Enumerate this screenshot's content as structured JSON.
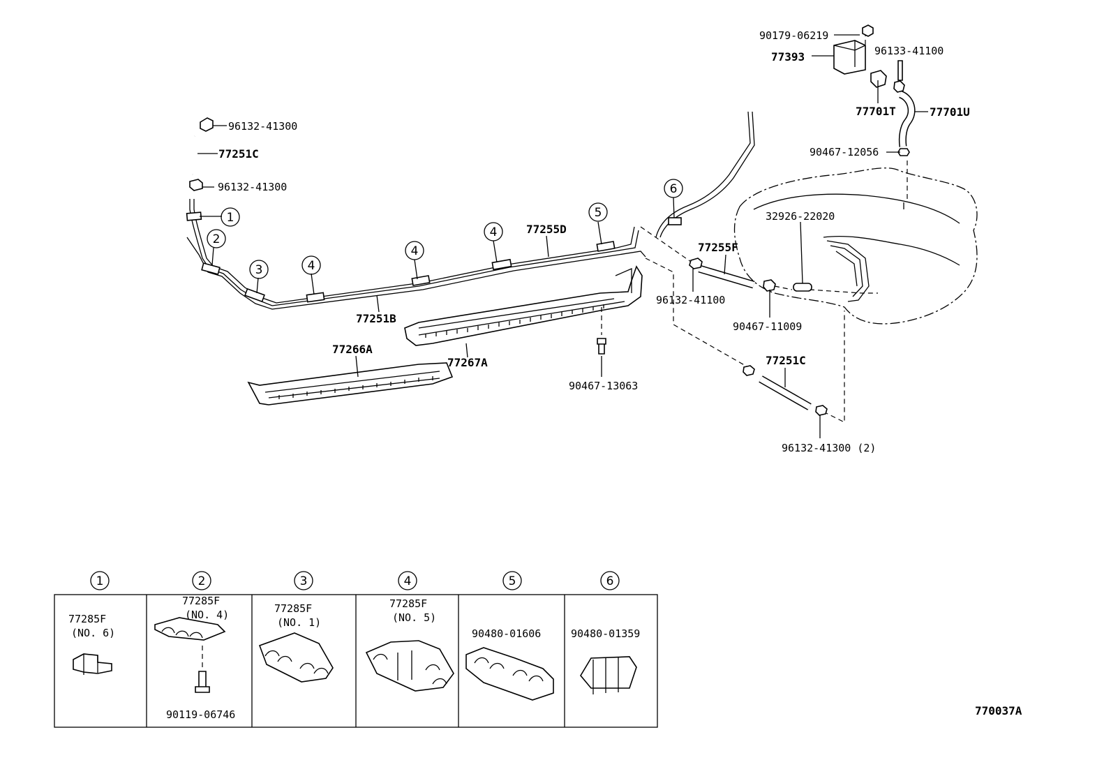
{
  "diagram_id": "770037A",
  "callouts": {
    "c1": "1",
    "c2": "2",
    "c3": "3",
    "c4a": "4",
    "c4b": "4",
    "c4c": "4",
    "c5": "5",
    "c6": "6"
  },
  "labels": {
    "p96132_41300_top": "96132-41300",
    "p77251C_top": "77251C",
    "p96132_41300_mid": "96132-41300",
    "p77251B": "77251B",
    "p77255D": "77255D",
    "p77266A": "77266A",
    "p77267A": "77267A",
    "p90467_13063": "90467-13063",
    "p77255F": "77255F",
    "p96132_41100": "96132-41100",
    "p90467_11009": "90467-11009",
    "p77251C_low": "77251C",
    "p96132_41300_2": "96132-41300 (2)",
    "p32926_22020": "32926-22020",
    "p90179_06219": "90179-06219",
    "p77393": "77393",
    "p96133_41100": "96133-41100",
    "p77701T": "77701T",
    "p77701U": "77701U",
    "p90467_12056": "90467-12056"
  },
  "inset": {
    "headers": [
      "1",
      "2",
      "3",
      "4",
      "5",
      "6"
    ],
    "cells": [
      {
        "line1": "77285F",
        "line2": "(NO. 6)"
      },
      {
        "line1": "77285F",
        "line2": "(NO. 4)",
        "bolt": "90119-06746"
      },
      {
        "line1": "77285F",
        "line2": "(NO. 1)"
      },
      {
        "line1": "77285F",
        "line2": "(NO. 5)"
      },
      {
        "line1": "90480-01606",
        "line2": ""
      },
      {
        "line1": "90480-01359",
        "line2": ""
      }
    ]
  }
}
